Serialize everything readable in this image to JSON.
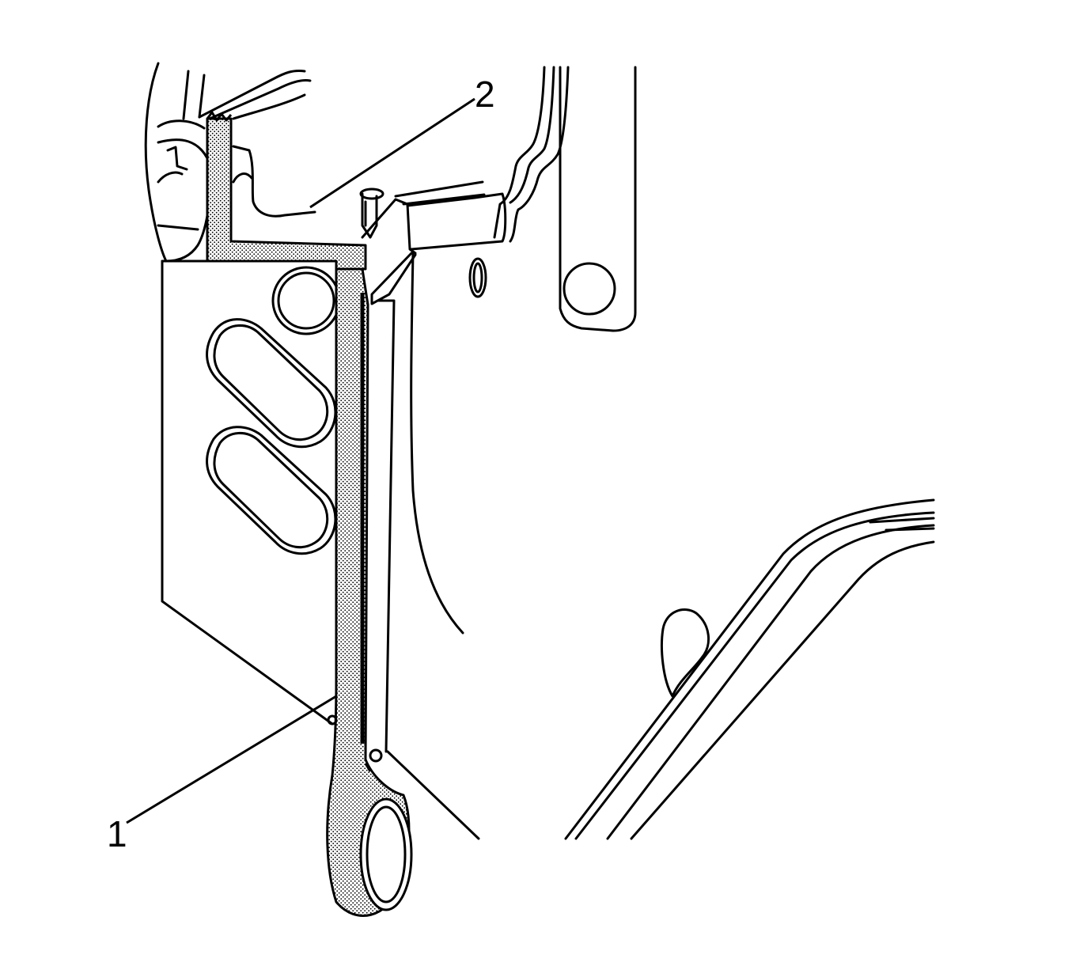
{
  "diagram": {
    "callouts": [
      {
        "id": "1",
        "label": "1"
      },
      {
        "id": "2",
        "label": "2"
      }
    ],
    "colors": {
      "line": "#000000",
      "background": "#ffffff",
      "stipple": "#cfcfcf"
    }
  }
}
